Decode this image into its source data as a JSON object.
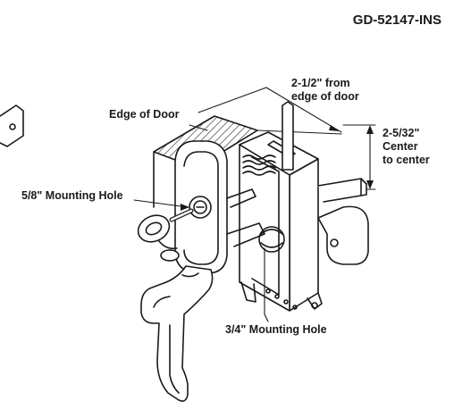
{
  "document": {
    "code": "GD-52147-INS"
  },
  "callouts": {
    "edge_of_door": "Edge of Door",
    "from_edge_line1": "2-1/2\" from",
    "from_edge_line2": "edge of door",
    "center_line1": "2-5/32\"",
    "center_line2": "Center",
    "center_line3": "to center",
    "mounting_hole_small": "5/8\" Mounting Hole",
    "mounting_hole_large": "3/4\" Mounting Hole"
  },
  "colors": {
    "ink": "#1a1a1a",
    "background": "#ffffff"
  }
}
